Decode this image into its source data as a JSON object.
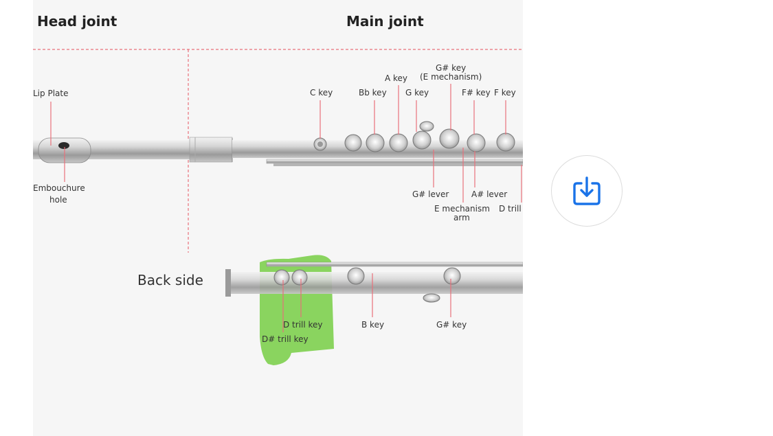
{
  "diagram": {
    "head_joint_title": "Head joint",
    "main_joint_title": "Main joint",
    "back_side_label": "Back side",
    "labels": {
      "lip_plate": "Lip Plate",
      "embouchure_hole_1": "Embouchure",
      "embouchure_hole_2": "hole",
      "c_key": "C key",
      "bb_key": "Bb key",
      "a_key": "A key",
      "g_key": "G key",
      "gsharp_key_1": "G# key",
      "gsharp_key_2": "(E mechanism)",
      "fsharp_key": "F# key",
      "f_key": "F key",
      "gsharp_lever": "G# lever",
      "asharp_lever": "A# lever",
      "e_mech_arm_1": "E mechanism",
      "e_mech_arm_2": "arm",
      "d_trill_cut": "D trill",
      "d_trill_key": "D trill key",
      "dsharp_trill_key": "D# trill key",
      "b_key": "B key",
      "gsharp_key_back": "G# key"
    }
  },
  "colors": {
    "guide_line": "#e8707a",
    "highlight": "#7ed04f",
    "accent": "#1a73e8"
  },
  "actions": {
    "download_icon": "download-icon"
  }
}
